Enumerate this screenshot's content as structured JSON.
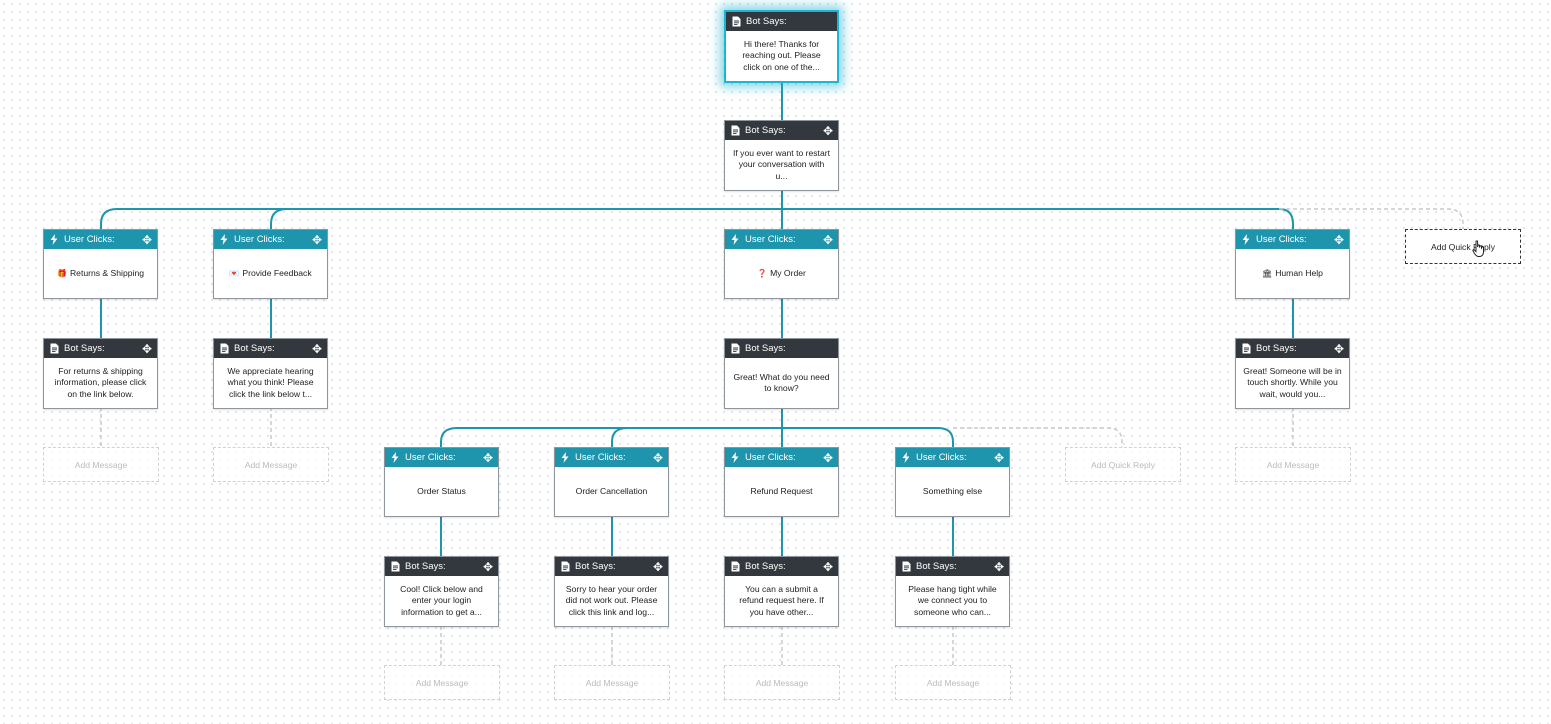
{
  "labels": {
    "bot_says": "Bot Says:",
    "user_clicks": "User Clicks:",
    "add_message": "Add Message",
    "add_quick_reply": "Add Quick Reply"
  },
  "colors": {
    "bot_header": "#32383d",
    "user_header": "#1f95ad",
    "connector": "#1f95ad",
    "selected_glow": "#1fb4d2"
  },
  "nodes": {
    "welcome": {
      "type": "bot",
      "text": "Hi there! Thanks for reaching out. Please click on one of the..."
    },
    "restart": {
      "type": "bot",
      "text": "If you ever want to restart your conversation with u..."
    },
    "returns_click": {
      "type": "user",
      "emoji": "🎁",
      "text": "Returns & Shipping"
    },
    "feedback_click": {
      "type": "user",
      "emoji": "💌",
      "text": "Provide Feedback"
    },
    "myorder_click": {
      "type": "user",
      "emoji": "❓",
      "text": "My Order"
    },
    "human_click": {
      "type": "user",
      "emoji": "🏛",
      "text": "Human Help"
    },
    "returns_reply": {
      "type": "bot",
      "text": "For returns & shipping information, please click on the link below."
    },
    "feedback_reply": {
      "type": "bot",
      "text": "We appreciate hearing what you think! Please click the link below t..."
    },
    "myorder_reply": {
      "type": "bot",
      "text": "Great! What do you need to know?"
    },
    "human_reply": {
      "type": "bot",
      "text": "Great! Someone will be in touch shortly. While you wait, would you..."
    },
    "status_click": {
      "type": "user",
      "text": "Order Status"
    },
    "cancel_click": {
      "type": "user",
      "text": "Order Cancellation"
    },
    "refund_click": {
      "type": "user",
      "text": "Refund Request"
    },
    "else_click": {
      "type": "user",
      "text": "Something else"
    },
    "status_reply": {
      "type": "bot",
      "text": "Cool! Click below and enter your login information to get a..."
    },
    "cancel_reply": {
      "type": "bot",
      "text": "Sorry to hear your order did not work out. Please click this link and log..."
    },
    "refund_reply": {
      "type": "bot",
      "text": "You can a submit a refund request here. If you have other..."
    },
    "else_reply": {
      "type": "bot",
      "text": "Please hang tight while we connect you to someone who can..."
    }
  }
}
